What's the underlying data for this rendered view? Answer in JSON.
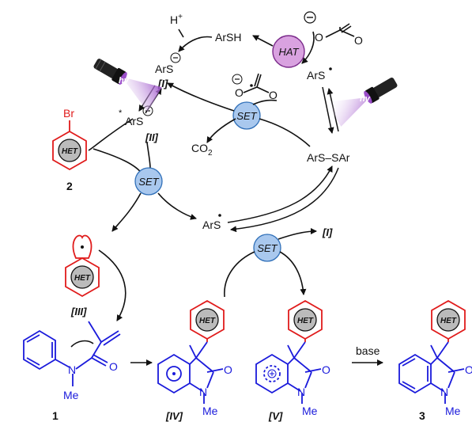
{
  "labels": {
    "h_plus": "H",
    "h_plus_charge": "+",
    "arsh": "ArSH",
    "ars_top": "ArS",
    "roman_I": "[I]",
    "ars_excited": "ArS",
    "roman_II": "[II]",
    "ars_radical_right": "ArS",
    "disulfide": "ArS–SAr",
    "co2": "CO",
    "co2_sub": "2",
    "ars_radical_center": "ArS",
    "roman_I_right": "[I]",
    "bromo": "Br",
    "compound2": "2",
    "roman_III": "[III]",
    "compound1": "1",
    "methyl_n1": "N",
    "methyl_me1": "Me",
    "roman_IV": "[IV]",
    "roman_V": "[V]",
    "compound3": "3",
    "base": "base",
    "oxygen": "O",
    "n_label": "N",
    "me_label": "Me"
  },
  "badges": {
    "hat": "HAT",
    "set_center": "SET",
    "set_left": "SET",
    "set_right": "SET",
    "het": "HET",
    "hv": "hv"
  },
  "colors": {
    "blue": "#1a1adb",
    "red": "#e01b1b",
    "badge_blue": "#a9c8ee",
    "badge_purple": "#d9a2e0",
    "beam": "#9b4fc9"
  }
}
